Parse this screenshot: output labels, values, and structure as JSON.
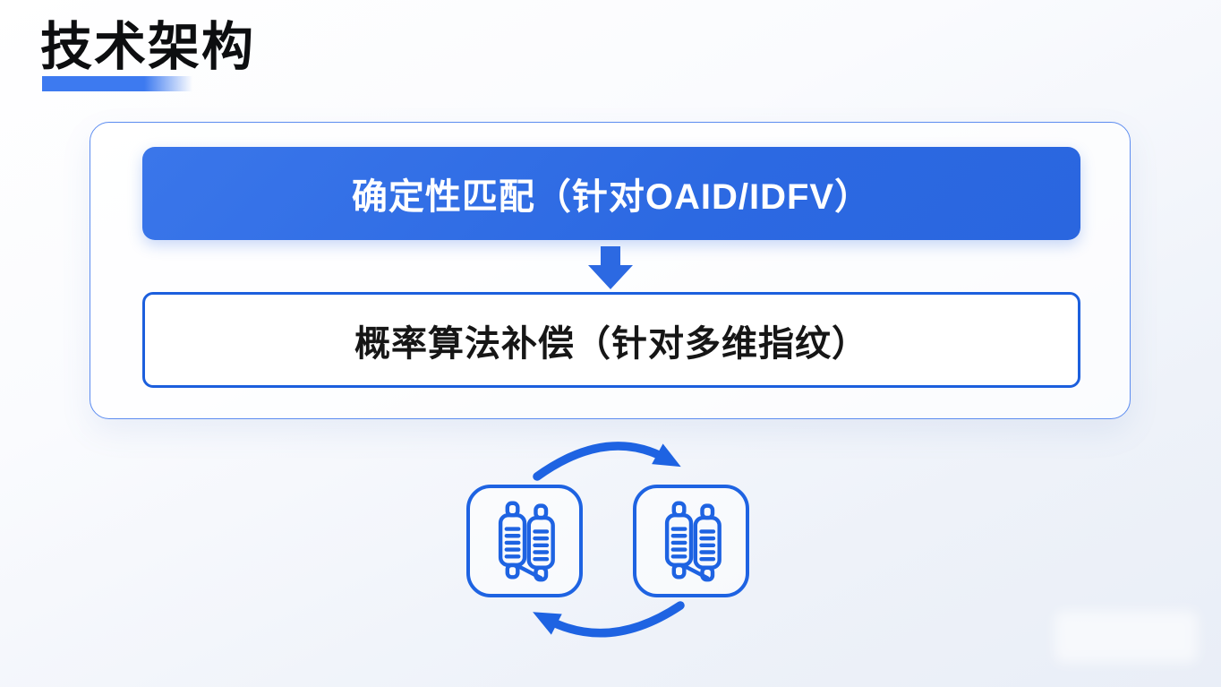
{
  "slide": {
    "title": "技术架构"
  },
  "flow": {
    "deterministic_label": "确定性匹配（针对OAID/IDFV）",
    "probabilistic_label": "概率算法补偿（针对多维指纹）",
    "connector": "down-arrow-icon"
  },
  "cycle": {
    "left_icon": "data-module-icon",
    "right_icon": "data-module-icon",
    "top_arrow": "clockwise-arrow-icon",
    "bottom_arrow": "counterclockwise-arrow-icon"
  },
  "colors": {
    "accent_blue": "#2c69e2",
    "border_blue": "#1c5fdd",
    "icon_blue": "#1e63e2",
    "highlight_blue": "#3d7af0",
    "title_text": "#0d0e10",
    "body_text": "#161616",
    "background_top": "#ffffff",
    "background_bottom": "#e9eef7"
  }
}
